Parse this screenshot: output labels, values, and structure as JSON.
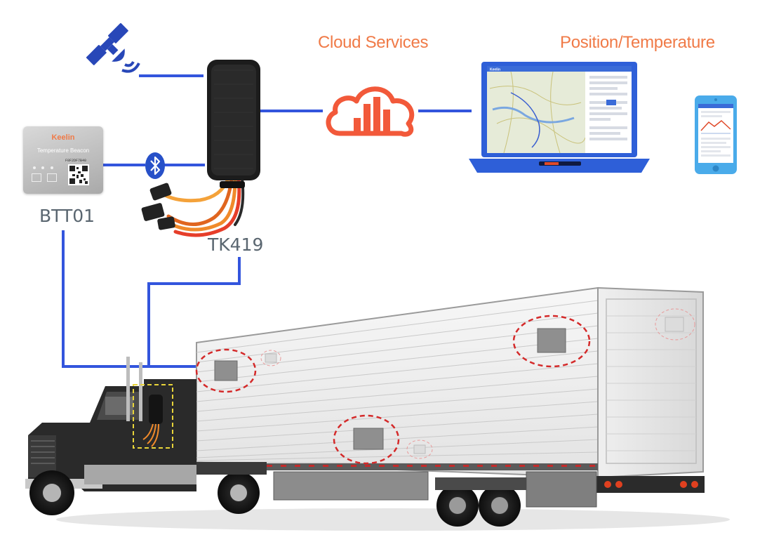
{
  "labels": {
    "cloud": "Cloud Services",
    "position": "Position/Temperature",
    "beacon_name": "BTT01",
    "tracker_name": "TK419"
  },
  "beacon": {
    "brand": "Keelin",
    "subtitle": "Temperature Beacon",
    "code": "F8F2DF7B40"
  },
  "laptop": {
    "brand": "Keelin"
  },
  "icons": [
    "satellite-icon",
    "bluetooth-icon",
    "cloud-chart-icon",
    "laptop-icon",
    "smartphone-icon"
  ],
  "colors": {
    "line": "#3355dd",
    "accent": "#f07a47",
    "cloud": "#f2593a",
    "dashed_circle": "#d42a2a",
    "highlight_box": "#e8d43a"
  }
}
